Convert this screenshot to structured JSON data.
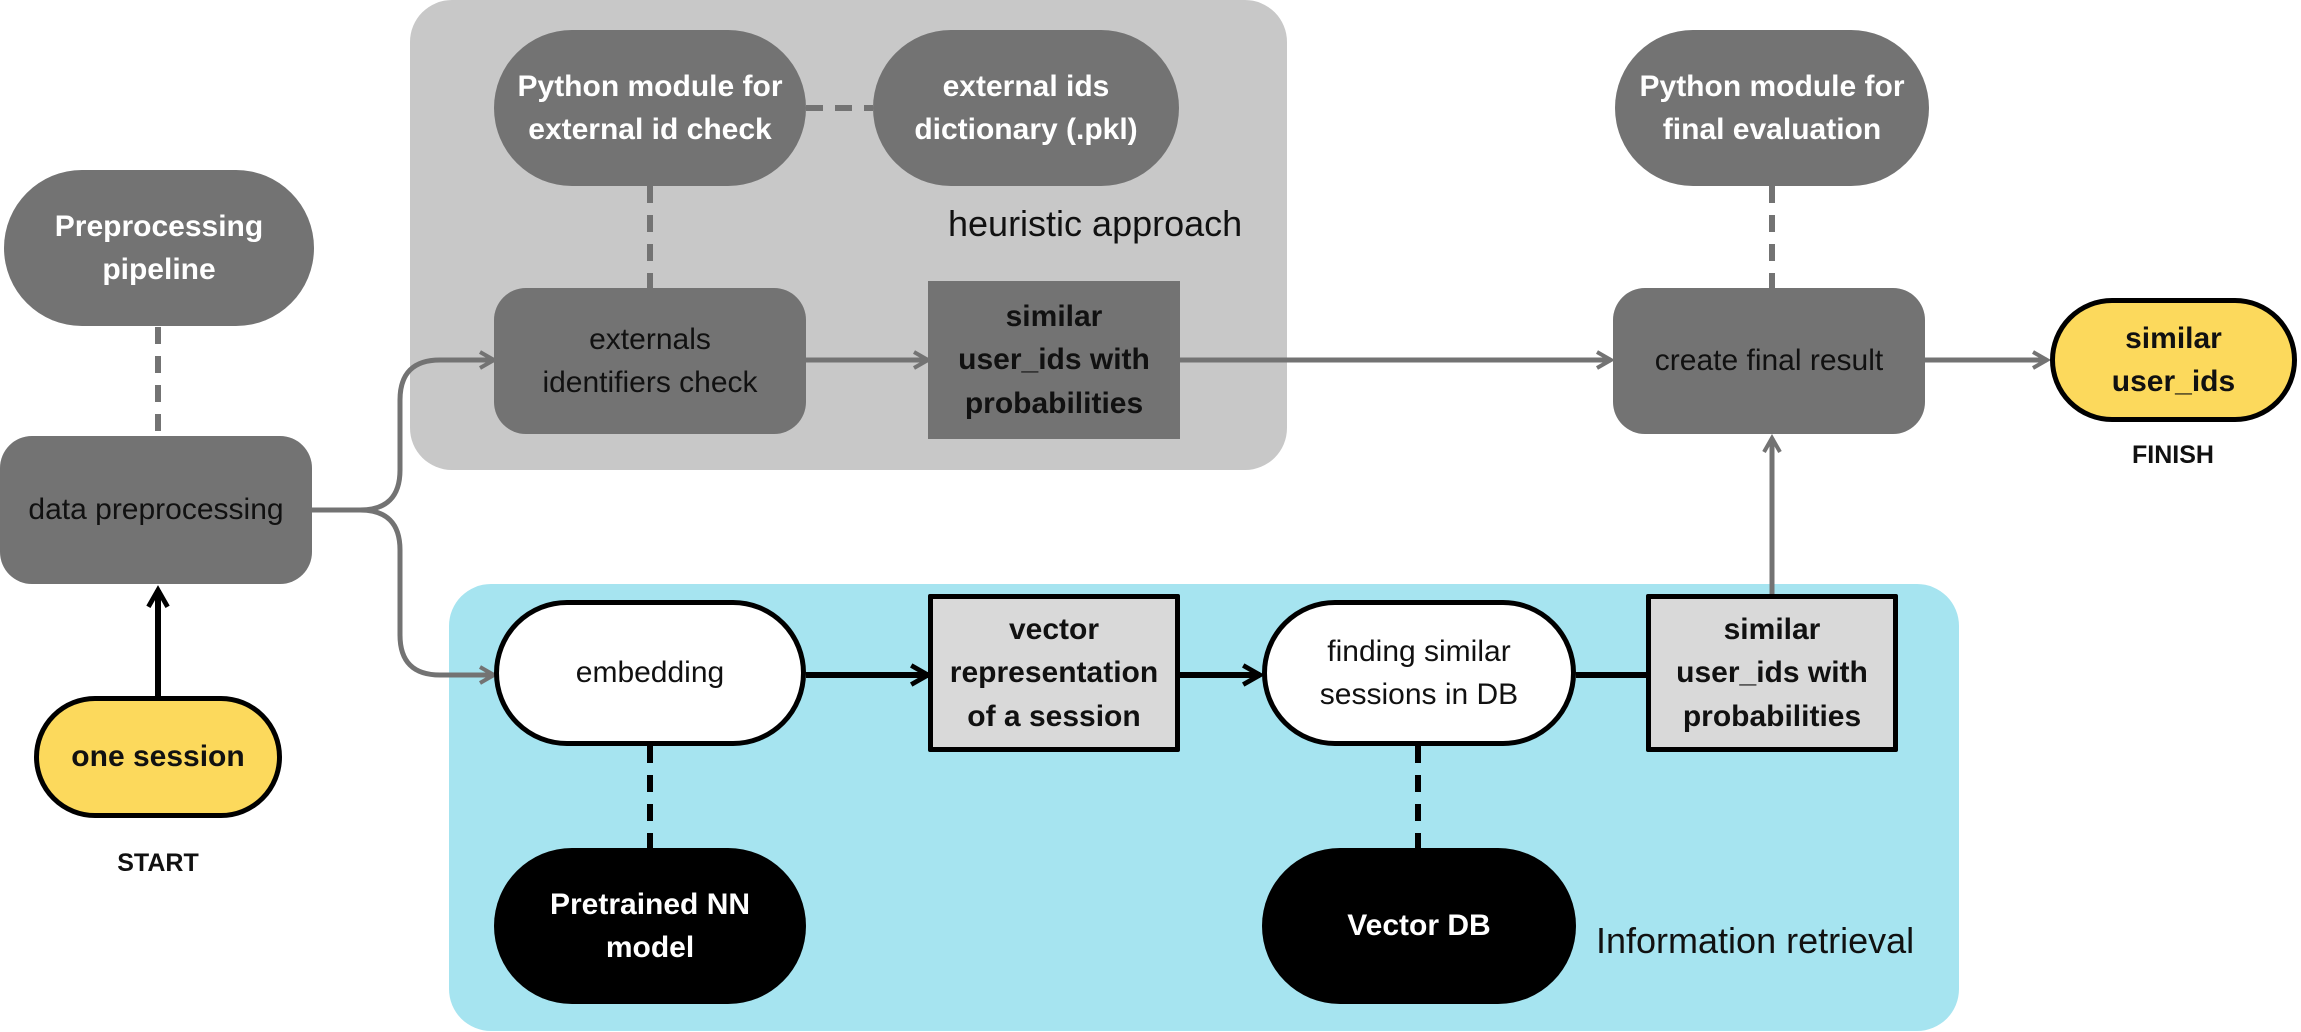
{
  "regions": {
    "heuristic": {
      "label": "heuristic approach",
      "color": "#c8c8c8"
    },
    "retrieval": {
      "label": "Information retrieval",
      "color": "#a6e4f0"
    }
  },
  "nodes": {
    "preprocessing_pipeline": "Preprocessing\npipeline",
    "data_preprocessing": "data preprocessing",
    "one_session": "one session",
    "python_module_external": "Python module for\nexternal id check",
    "external_ids_dictionary": "external ids\ndictionary (.pkl)",
    "externals_identifiers_check": "externals\nidentifiers check",
    "similar_ids_heuristic": "similar\nuser_ids with\nprobabilities",
    "python_module_final": "Python module for\nfinal evaluation",
    "create_final_result": "create final result",
    "similar_user_ids_output": "similar\nuser_ids",
    "embedding": "embedding",
    "vector_representation": "vector\nrepresentation\nof a session",
    "finding_similar_sessions": "finding similar\nsessions in DB",
    "similar_ids_retrieval": "similar\nuser_ids with\nprobabilities",
    "pretrained_nn_model": "Pretrained NN\nmodel",
    "vector_db": "Vector DB"
  },
  "labels": {
    "start": "START",
    "finish": "FINISH"
  },
  "colors": {
    "dark_gray": "#737373",
    "arrow_gray": "#737373",
    "yellow": "#fcd95c",
    "black": "#000000"
  }
}
